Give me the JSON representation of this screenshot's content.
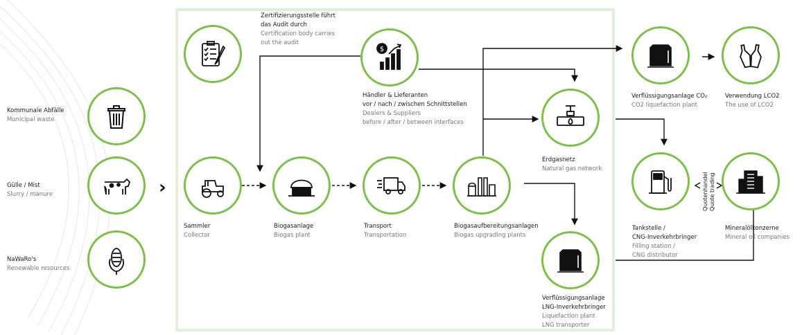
{
  "colors": {
    "accent": "#7cbf4a",
    "frame": "#e4efd9"
  },
  "sources": [
    {
      "de": "Kommunale Abfälle",
      "en": "Municipal waste",
      "icon": "trash-bin-icon"
    },
    {
      "de": "Gülle / Mist",
      "en": "Slurry / manure",
      "icon": "cow-icon"
    },
    {
      "de": "NaWaRo's",
      "en": "Renewable resources",
      "icon": "corn-icon"
    }
  ],
  "audit": {
    "de1": "Zertifizierungsstelle führt",
    "de2": "das Audit durch",
    "en1": "Certification body carries",
    "en2": "out the audit"
  },
  "traders": {
    "de1": "Händler & Lieferanten",
    "de2": "vor / nach / zwischen Schnittstellen",
    "en1": "Dealers & Suppliers",
    "en2": "before / after / between interfaces"
  },
  "collector": {
    "de": "Sammler",
    "en": "Collector"
  },
  "biogas": {
    "de": "Biogasanlage",
    "en": "Biogas plant"
  },
  "transport": {
    "de": "Transport",
    "en": "Transportation"
  },
  "upgrading": {
    "de": "Biogasaufbereitungsanlagen",
    "en": "Biogas upgrading plants"
  },
  "gasnet": {
    "de": "Erdgasnetz",
    "en": "Natural gas network"
  },
  "lng": {
    "de1": "Verflüssigungsanlage",
    "de2": "LNG-Inverkehrbringer",
    "en1": "Liquefaction plant",
    "en2": "LNG transporter"
  },
  "co2": {
    "de": "Verflüssigungsanlage CO₂",
    "en": "CO2 liquefaction plant"
  },
  "lco2": {
    "de": "Verwendung LCO2",
    "en": "The use of LCO2"
  },
  "station": {
    "de1": "Tankstelle /",
    "de2": "CNG-Inverkehrbringer",
    "en1": "Filling station /",
    "en2": "CNG distributor"
  },
  "oil": {
    "de": "Mineralölkonzerne",
    "en": "Mineral oil companies"
  },
  "quota": {
    "de": "Quotenhandel",
    "en": "Quote trading"
  }
}
